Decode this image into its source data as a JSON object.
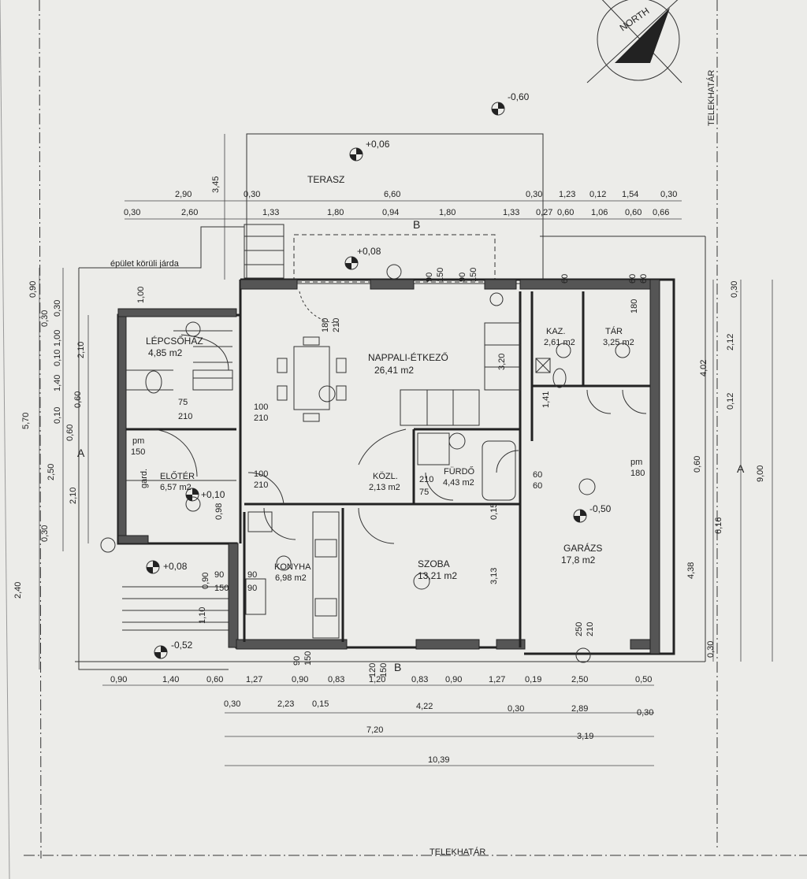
{
  "north": "NORTH",
  "boundary_label": "TELEKHATÁR",
  "terrace": "TERASZ",
  "sidewalk": "épület körüli járda",
  "section_a": "A",
  "section_b": "B",
  "elevations": [
    "-0,60",
    "+0,06",
    "+0,08",
    "+0,10",
    "+0,08",
    "-0,52",
    "-0,50"
  ],
  "rooms": [
    {
      "name": "NAPPALI-ÉTKEZŐ",
      "area": "26,41 m2"
    },
    {
      "name": "LÉPCSŐHÁZ",
      "area": "4,85 m2"
    },
    {
      "name": "KAZ.",
      "area": "2,61 m2"
    },
    {
      "name": "TÁR",
      "area": "3,25 m2"
    },
    {
      "name": "ELŐTÉR",
      "area": "6,57 m2"
    },
    {
      "name": "KÖZL.",
      "area": "2,13 m2"
    },
    {
      "name": "FÜRDŐ",
      "area": "4,43 m2"
    },
    {
      "name": "KONYHA",
      "area": "6,98 m2"
    },
    {
      "name": "SZOBA",
      "area": "13,21 m2"
    },
    {
      "name": "GARÁZS",
      "area": "17,8 m2"
    }
  ],
  "top_row1": [
    "2,90",
    "0,30",
    "6,60",
    "0,30",
    "1,23",
    "0,12",
    "1,54",
    "0,30"
  ],
  "top_row2": [
    "0,30",
    "2,60",
    "1,33",
    "1,80",
    "0,94",
    "1,80",
    "1,33",
    "0,27",
    "0,60",
    "1,06",
    "0,60",
    "0,66"
  ],
  "top_vertical": "3,45",
  "bottom_row1": [
    "0,90",
    "1,40",
    "0,60",
    "1,27",
    "0,90",
    "0,83",
    "1,20",
    "0,83",
    "0,90",
    "1,27",
    "0,19",
    "2,50",
    "0,50"
  ],
  "bottom_row2": [
    "0,30",
    "2,23",
    "0,15",
    "4,22",
    "0,30",
    "2,89",
    "0,30"
  ],
  "bottom_row3": [
    "7,20",
    "3,19"
  ],
  "bottom_total": "10,39",
  "left_dims": [
    "0,90",
    "5,70",
    "2,50",
    "0,30",
    "2,40",
    "0,30",
    "1,00",
    "0,10",
    "1,40",
    "0,10",
    "0,60",
    "0,60",
    "2,10",
    "1,00",
    "2,10",
    "0,30"
  ],
  "right_dims": [
    "0,30",
    "2,12",
    "4,02",
    "0,12",
    "0,60",
    "9,00",
    "6,16",
    "4,38",
    "0,30"
  ],
  "openings": [
    "90",
    "150",
    "60",
    "180",
    "210",
    "100",
    "75",
    "150",
    "40",
    "120",
    "250",
    "pm"
  ],
  "misc": [
    "gard.",
    "3,13",
    "1,10",
    "0,90",
    "0,98",
    "1,41",
    "3,20",
    "0,15"
  ]
}
